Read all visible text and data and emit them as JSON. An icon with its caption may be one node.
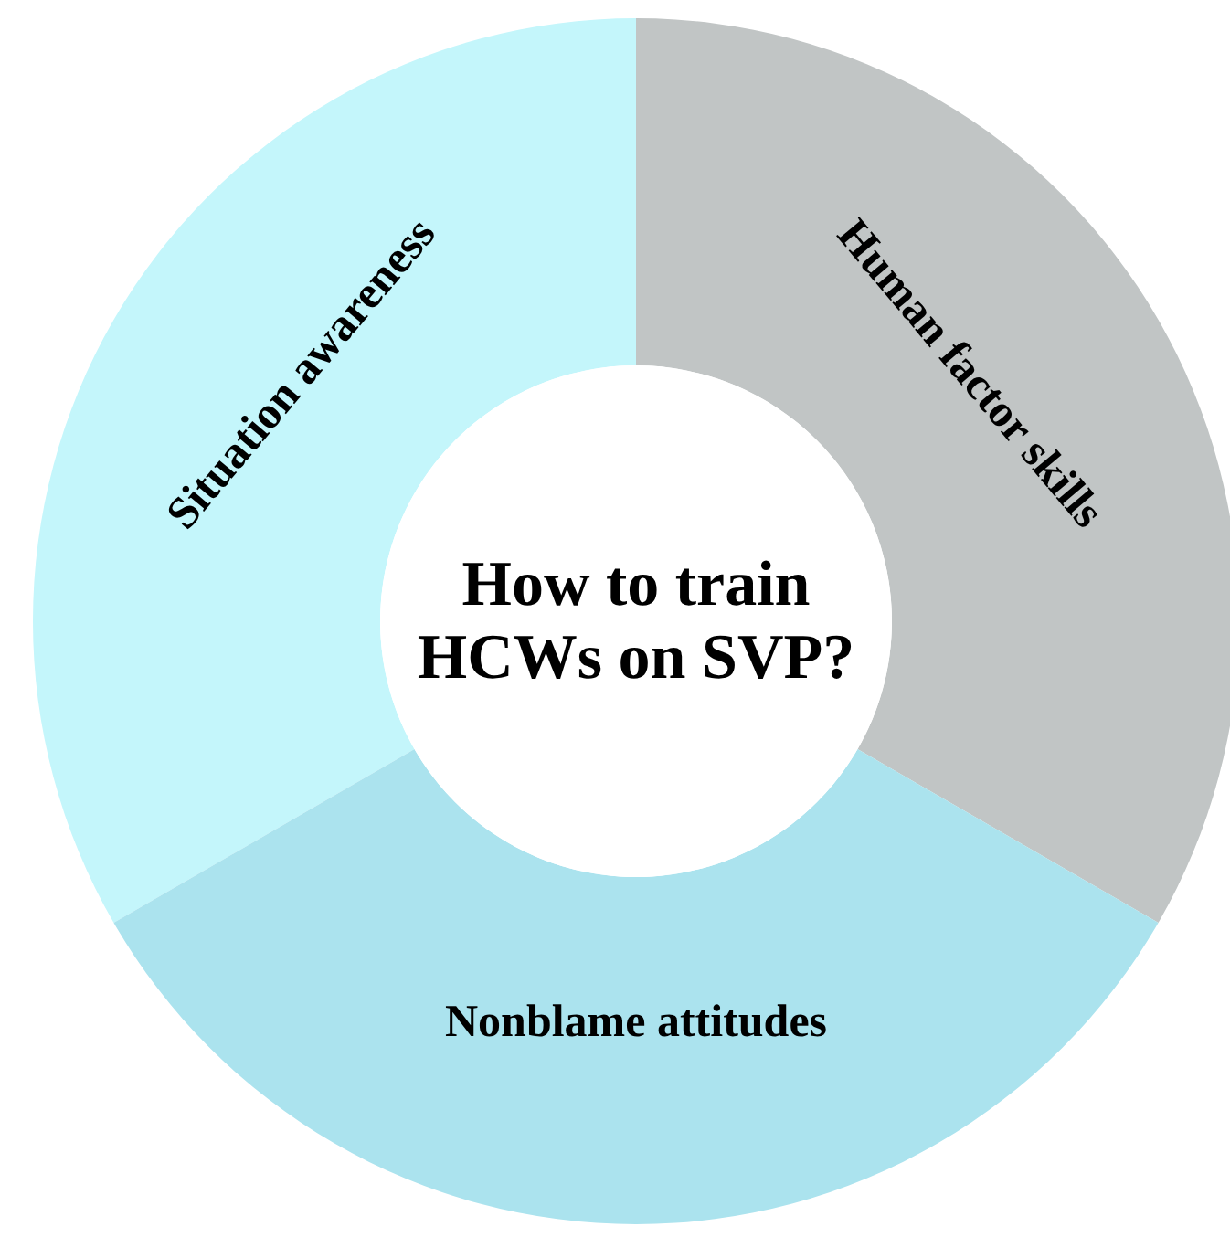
{
  "diagram": {
    "nodes": [
      {
        "text": [
          "How to train HCWs on SVP?"
        ]
      },
      {
        "text": [
          "Situation awareness"
        ]
      },
      {
        "text": [
          "Human factor skills"
        ]
      },
      {
        "text": [
          "Nonblame attitudes"
        ]
      }
    ]
  }
}
